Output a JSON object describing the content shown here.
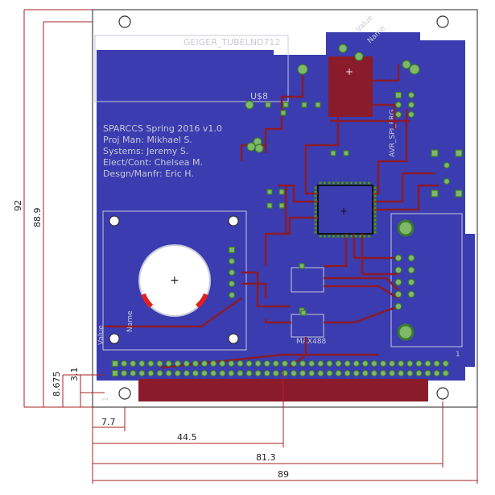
{
  "board": {
    "colors": {
      "copper_bottom": "#3a3cb0",
      "copper_top": "#8a1b2a",
      "pad": "#7fb86a",
      "pad_ring": "#3a7a2a",
      "silk": "#c8c8d8",
      "dimension": "#aa2222",
      "outline": "#333333"
    },
    "tube_label": "GEIGER_TUBELND712",
    "credits": [
      "SPARCCS Spring 2016 v1.0",
      "Proj Man: Mikhael S.",
      "Systems: Jeremy S.",
      "Elect/Cont: Chelsea M.",
      "Desgn/Manfr: Eric H."
    ],
    "component_labels": {
      "u3": "U$8",
      "max_chip": "MAX488",
      "spi": "AVR_SPI_PRG",
      "value": "Value",
      "name": "Name",
      "value2": "Value",
      "name2": "Name",
      "side_label": "1",
      "side_label2": "1"
    }
  },
  "dimensions": {
    "height_total": "92",
    "height_inner": "88.9",
    "offset_a": "8.675",
    "offset_b": "3.1",
    "width_a": "7.7",
    "width_b": "44.5",
    "width_c": "81.3",
    "width_total": "89"
  }
}
